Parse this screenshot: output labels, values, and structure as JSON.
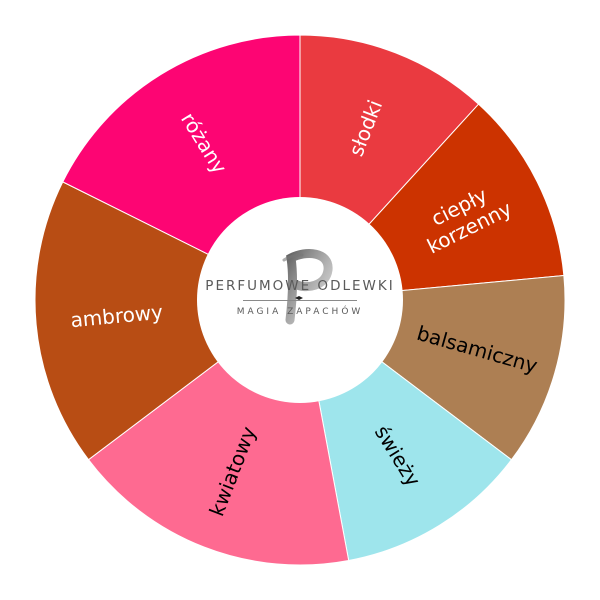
{
  "chart_data": {
    "type": "pie",
    "style": "donut",
    "categories": [
      "słodki",
      "ciepły\nkorzenny",
      "balsamiczny",
      "świeży",
      "kwiatowy",
      "ambrowy",
      "różany"
    ],
    "values": [
      1,
      1,
      1,
      1,
      1.5,
      1.5,
      1.5
    ],
    "colors": [
      "#ea3a40",
      "#cc3300",
      "#ad7f53",
      "#9ee5ec",
      "#fe6a91",
      "#b84d14",
      "#fd0573"
    ],
    "label_colors": [
      "#ffffff",
      "#ffffff",
      "#000000",
      "#000000",
      "#000000",
      "#ffffff",
      "#ffffff"
    ],
    "title": "",
    "legend": "none"
  },
  "logo": {
    "top_text": "PERFUMOWE ODLEWKI",
    "bottom_text": "MAGIA ZAPACHÓW",
    "monogram": "P"
  }
}
